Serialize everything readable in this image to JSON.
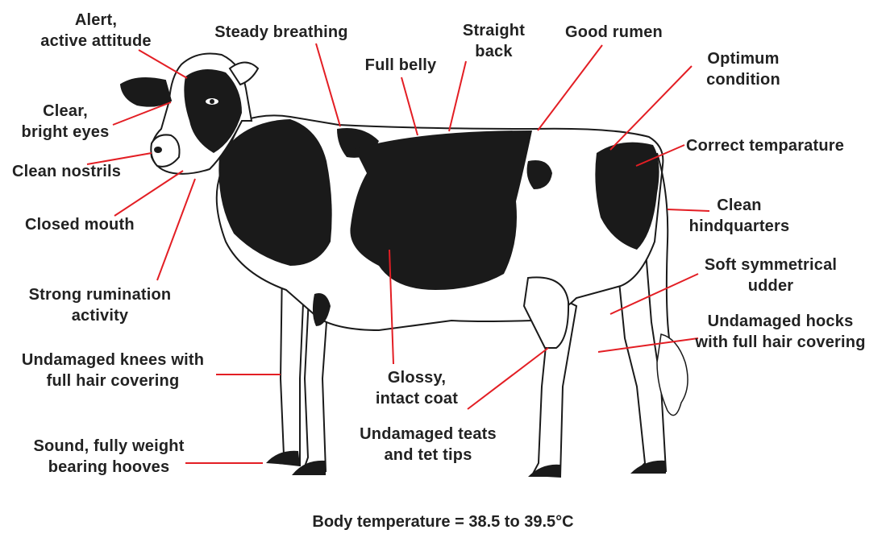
{
  "diagram": {
    "labels": {
      "alert": [
        "Alert,",
        "active attitude"
      ],
      "steady_breathing": [
        "Steady breathing"
      ],
      "straight_back": [
        "Straight",
        "back"
      ],
      "full_belly": [
        "Full belly"
      ],
      "good_rumen": [
        "Good rumen"
      ],
      "optimum_condition": [
        "Optimum",
        "condition"
      ],
      "clear_eyes": [
        "Clear,",
        "bright eyes"
      ],
      "correct_temperature": [
        "Correct temparature"
      ],
      "clean_nostrils": [
        "Clean nostrils"
      ],
      "clean_hindquarters": [
        "Clean",
        "hindquarters"
      ],
      "closed_mouth": [
        "Closed mouth"
      ],
      "soft_udder": [
        "Soft symmetrical",
        "udder"
      ],
      "strong_rumination": [
        "Strong rumination",
        "activity"
      ],
      "undamaged_hocks": [
        "Undamaged hocks",
        "with full hair covering"
      ],
      "undamaged_knees": [
        "Undamaged knees with",
        "full hair covering"
      ],
      "glossy_coat": [
        "Glossy,",
        "intact coat"
      ],
      "undamaged_teats": [
        "Undamaged teats",
        "and tet tips"
      ],
      "sound_hooves": [
        "Sound, fully weight",
        "bearing hooves"
      ]
    },
    "footer": "Body temperature = 38.5 to 39.5°C",
    "colors": {
      "leader_line": "#e31e24",
      "label_text": "#222222",
      "cow_black": "#1a1a1a",
      "cow_white": "#ffffff"
    }
  }
}
